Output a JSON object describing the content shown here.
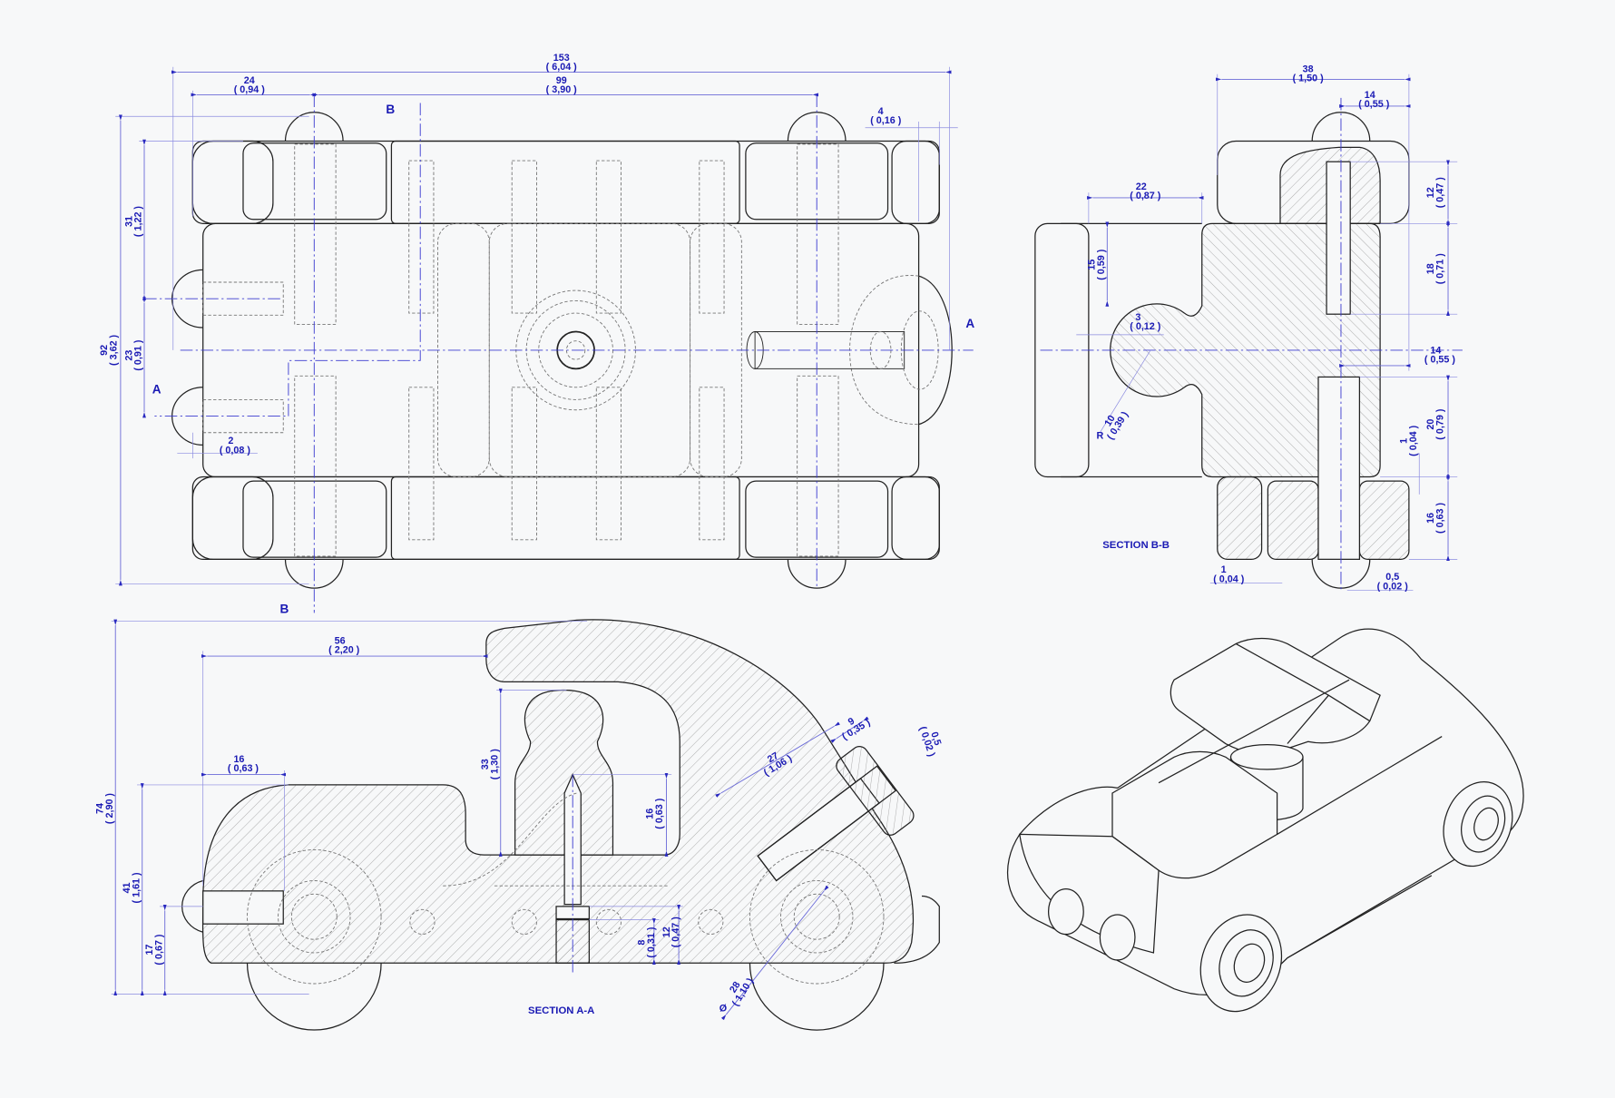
{
  "labels": {
    "section_bb": "SECTION B-B",
    "section_aa": "SECTION A-A",
    "cut_a": "A",
    "cut_b": "B",
    "radius_prefix": "R",
    "diameter_prefix": "Ø"
  },
  "colors": {
    "dimension": "#1a1ab4",
    "outline": "#222222",
    "background": "#f7f8f9"
  },
  "top_view": {
    "overall_length": {
      "mm": "153",
      "in": "( 6,04 )"
    },
    "front_axle_offset": {
      "mm": "24",
      "in": "( 0,94 )"
    },
    "wheelbase": {
      "mm": "99",
      "in": "( 3,90 )"
    },
    "bumper_overhang": {
      "mm": "4",
      "in": "( 0,16 )"
    },
    "overall_width": {
      "mm": "92",
      "in": "( 3,62 )"
    },
    "bump_offset": {
      "mm": "31",
      "in": "( 1,22 )"
    },
    "bump_spacing": {
      "mm": "23",
      "in": "( 0,91 )"
    },
    "bump_protrusion": {
      "mm": "2",
      "in": "( 0,08 )"
    }
  },
  "section_bb": {
    "overall_width": {
      "mm": "38",
      "in": "( 1,50 )"
    },
    "axle_pos_top": {
      "mm": "14",
      "in": "( 0,55 )"
    },
    "seat_offset": {
      "mm": "22",
      "in": "( 0,87 )"
    },
    "pin_depth_top": {
      "mm": "12",
      "in": "( 0,47 )"
    },
    "hole_depth_top": {
      "mm": "18",
      "in": "( 0,71 )"
    },
    "axle_pos_bottom": {
      "mm": "14",
      "in": "( 0,55 )"
    },
    "neck_offset": {
      "mm": "15",
      "in": "( 0,59 )"
    },
    "head_gap": {
      "mm": "3",
      "in": "( 0,12 )"
    },
    "head_radius": {
      "mm": "10",
      "in": "( 0,39 )"
    },
    "hole_depth_bottom": {
      "mm": "20",
      "in": "( 0,79 )"
    },
    "washer_gap": {
      "mm": "1",
      "in": "( 0,04 )"
    },
    "wheel_width": {
      "mm": "16",
      "in": "( 0,63 )"
    },
    "wheel_gap": {
      "mm": "1",
      "in": "( 0,04 )"
    },
    "pin_clearance": {
      "mm": "0,5",
      "in": "( 0,02 )"
    }
  },
  "section_aa": {
    "overall_height": {
      "mm": "74",
      "in": "( 2,90 )"
    },
    "roof_offset": {
      "mm": "56",
      "in": "( 2,20 )"
    },
    "bump_hole_depth": {
      "mm": "16",
      "in": "( 0,63 )"
    },
    "body_height": {
      "mm": "41",
      "in": "( 1,61 )"
    },
    "axle_height": {
      "mm": "17",
      "in": "( 0,67 )"
    },
    "figure_height": {
      "mm": "33",
      "in": "( 1,30 )"
    },
    "screw_depth": {
      "mm": "16",
      "in": "( 0,63 )"
    },
    "screw_head_low": {
      "mm": "8",
      "in": "( 0,31 )"
    },
    "screw_head_high": {
      "mm": "12",
      "in": "( 0,47 )"
    },
    "headlight_hole": {
      "mm": "27",
      "in": "( 1,06 )"
    },
    "headlight_thickness": {
      "mm": "9",
      "in": "( 0,35 )"
    },
    "headlight_gap": {
      "mm": "0,5",
      "in": "( 0,02 )"
    },
    "wheel_diameter": {
      "mm": "28",
      "in": "( 1,10 )"
    }
  }
}
